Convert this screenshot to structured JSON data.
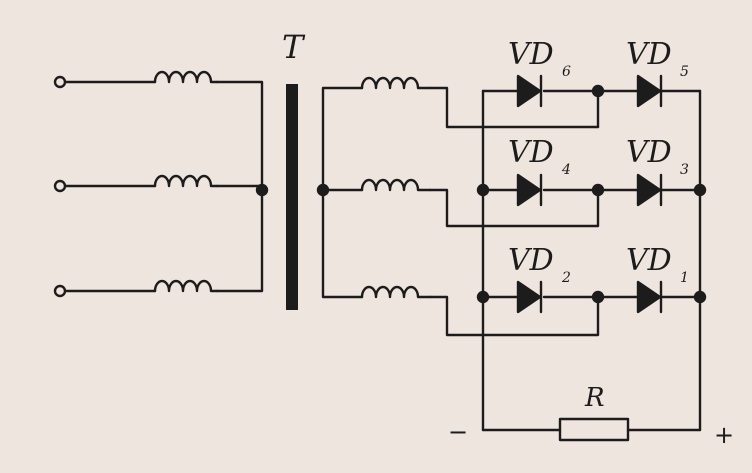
{
  "diagram": {
    "transformer_label": "T",
    "resistor_label": "R",
    "minus": "−",
    "plus": "+",
    "diodes": [
      {
        "name": "VD",
        "index": "6"
      },
      {
        "name": "VD",
        "index": "5"
      },
      {
        "name": "VD",
        "index": "4"
      },
      {
        "name": "VD",
        "index": "3"
      },
      {
        "name": "VD",
        "index": "2"
      },
      {
        "name": "VD",
        "index": "1"
      }
    ]
  },
  "colors": {
    "paper": "#efe5df",
    "ink": "#1c1c1c"
  }
}
